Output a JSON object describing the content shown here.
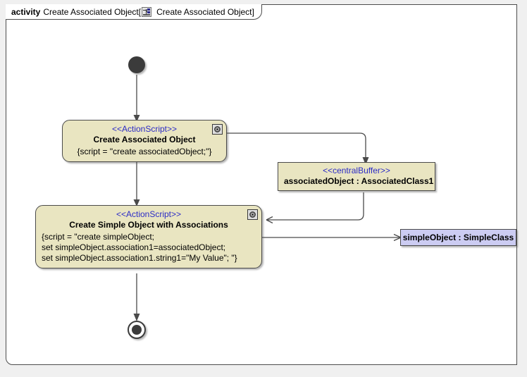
{
  "frame": {
    "keyword": "activity",
    "name": "Create Associated Object",
    "open_bracket": "[",
    "icon": "activity-diagram-icon",
    "inner_name": "Create Associated Object",
    "close_bracket": "]"
  },
  "nodes": {
    "initial": {
      "name": "initial-node"
    },
    "action1": {
      "stereotype": "<<ActionScript>>",
      "title": "Create Associated Object",
      "body": "{script = \"create associatedObject;\"}",
      "badge": "script-badge-icon"
    },
    "buffer": {
      "stereotype": "<<centralBuffer>>",
      "title": "associatedObject : AssociatedClass1"
    },
    "action2": {
      "stereotype": "<<ActionScript>>",
      "title": "Create Simple Object with Associations",
      "body": "{script = \"create simpleObject;\nset simpleObject.association1=associatedObject;\nset simpleObject.association1.string1=\"My Value\"; \"}",
      "badge": "script-badge-icon"
    },
    "object": {
      "title": "simpleObject : SimpleClass"
    },
    "final": {
      "name": "final-node"
    }
  },
  "colors": {
    "action_fill": "#e9e5c1",
    "object_fill": "#ccccf2",
    "stereotype_text": "#2b2bc6",
    "node_border": "#4b4b4b",
    "edge": "#4a4a4a",
    "frame_border": "#4d4d4d",
    "canvas": "#f0f0f0",
    "frame_fill": "#ffffff",
    "node_dark": "#3b3b3b"
  }
}
